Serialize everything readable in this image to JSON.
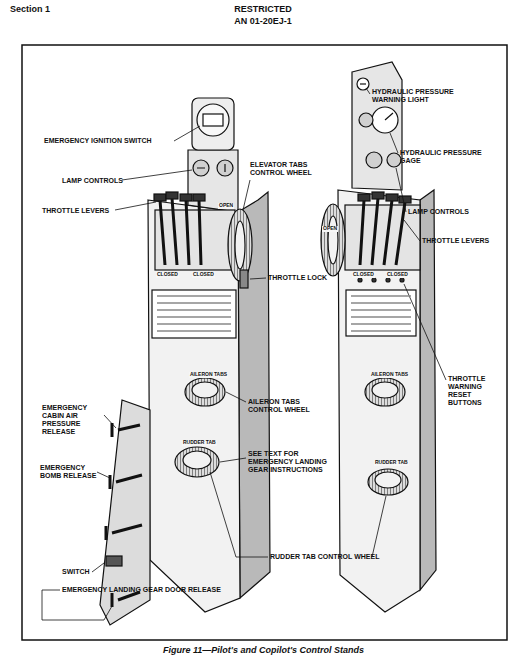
{
  "diagram": {
    "caption": "Figure 11—Pilot's and Copilot's Control Stands",
    "labels": [
      "Section 1",
      "RESTRICTED",
      "AN 01-20EJ-1",
      "EMERGENCY IGNITION SWITCH",
      "LAMP CONTROLS",
      "THROTTLE LEVERS",
      "ELEVATOR TABS CONTROL WHEEL",
      "THROTTLE LOCK",
      "HYDRAULIC PRESSURE WARNING LIGHT",
      "HYDRAULIC PRESSURE GAGE",
      "LAMP CONTROLS",
      "THROTTLE LEVERS",
      "THROTTLE WARNING RESET BUTTONS",
      "AILERON TABS CONTROL WHEEL",
      "EMERGENCY CABIN AIR PRESSURE RELEASE",
      "EMERGENCY BOMB RELEASE",
      "SEE TEXT FOR EMERGENCY LANDING GEAR INSTRUCTIONS",
      "RUDDER TAB CONTROL WHEEL",
      "SWITCH",
      "EMERGENCY LANDING GEAR DOOR RELEASE",
      "OPEN",
      "CLOSED",
      "CLOSED",
      "OPEN",
      "CLOSED",
      "CLOSED",
      "AILERON TABS",
      "RUDDER TAB",
      "AILERON TABS",
      "RUDDER TAB"
    ]
  }
}
